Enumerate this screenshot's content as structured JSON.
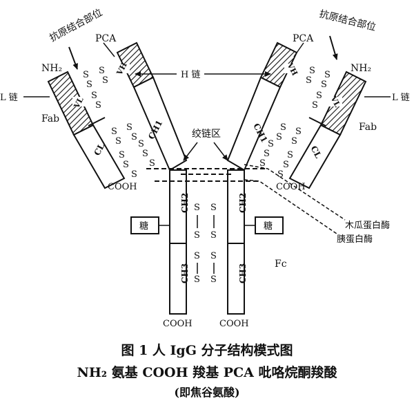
{
  "labels": {
    "antigen_site_left": "抗原结合部位",
    "antigen_site_right": "抗原结合部位",
    "nh2_left": "NH₂",
    "nh2_right": "NH₂",
    "pca_left": "PCA",
    "pca_right": "PCA",
    "h_chain": "H 链",
    "l_chain_left": "L 链",
    "l_chain_right": "L 链",
    "fab_left": "Fab",
    "fab_right": "Fab",
    "vh_left": "VH",
    "vh_right": "VH",
    "vl_left": "VL",
    "vl_right": "VL",
    "ch1_left": "CH1",
    "ch1_right": "CH1",
    "cl_left": "CL",
    "cl_right": "CL",
    "hinge": "绞链区",
    "cooh_left_light": "COOH",
    "cooh_right_light": "COOH",
    "ch2_left": "CH2",
    "ch2_right": "CH2",
    "ch3_left": "CH3",
    "ch3_right": "CH3",
    "sugar_left": "糖",
    "sugar_right": "糖",
    "papain": "木瓜蛋白酶",
    "pepsin": "胰蛋白酶",
    "fc": "Fc",
    "cooh_bottom_left": "COOH",
    "cooh_bottom_right": "COOH",
    "s": "S"
  },
  "caption": {
    "line1": "图 1   人 IgG 分子结构模式图",
    "line2": "NH₂ 氨基   COOH 羧基   PCA 吡咯烷酮羧酸",
    "line3": "(即焦谷氨酸)"
  }
}
